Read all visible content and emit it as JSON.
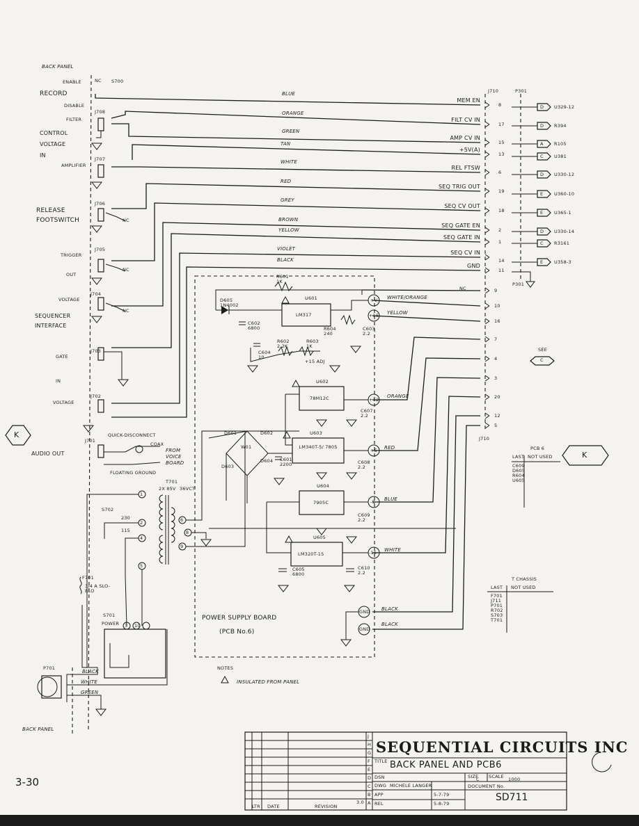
{
  "labels": {
    "back_panel_top": "BACK PANEL",
    "back_panel_bottom": "BACK PANEL",
    "record": "RECORD",
    "enable": "ENABLE",
    "disable": "DISABLE",
    "s_ref": "S700",
    "nc": "NC",
    "filter": "FILTER",
    "amplifier": "AMPLIFIER",
    "control": "CONTROL",
    "voltage": "VOLTAGE",
    "in": "IN",
    "release": "RELEASE",
    "footswitch": "FOOTSWITCH",
    "trigger": "TRIGGER",
    "out": "OUT",
    "sequencer": "SEQUENCER",
    "interface": "INTERFACE",
    "gate": "GATE",
    "audio_out": "AUDIO OUT",
    "quick_disconnect": "QUICK-DISCONNECT",
    "coax": "COAX",
    "from_voice_board": "FROM VOICE BOARD",
    "floating_ground": "FLOATING GROUND",
    "power_supply_board": "POWER SUPPLY BOARD",
    "pcb_no": "(PCB No.6)",
    "notes": "NOTES",
    "note_insulated": "INSULATED FROM PANEL",
    "see": "SEE",
    "k_marker": "K",
    "c_marker": "C",
    "page_number": "3-30"
  },
  "jacks": [
    "J708",
    "J707",
    "J706",
    "J705",
    "J704",
    "J703",
    "J702",
    "J701"
  ],
  "wire_colors": [
    "BLUE",
    "ORANGE",
    "GREEN",
    "TAN",
    "WHITE",
    "RED",
    "GREY",
    "BROWN",
    "YELLOW",
    "VIOLET",
    "BLACK"
  ],
  "signals": [
    {
      "name": "MEM EN",
      "pin": "8",
      "dest": "U329-12",
      "sym": "D"
    },
    {
      "name": "FILT CV IN",
      "pin": "17",
      "dest": "R394",
      "sym": "D"
    },
    {
      "name": "AMP CV IN",
      "pin": "15",
      "dest": "R105",
      "sym": "A"
    },
    {
      "name": "+5V(A)",
      "pin": "13",
      "dest": "U381",
      "sym": "C"
    },
    {
      "name": "REL FTSW",
      "pin": "6",
      "dest": "U330-12",
      "sym": "D"
    },
    {
      "name": "SEQ TRIG OUT",
      "pin": "19",
      "dest": "U360-10",
      "sym": "E"
    },
    {
      "name": "SEQ CV OUT",
      "pin": "18",
      "dest": "U365-1",
      "sym": "E"
    },
    {
      "name": "SEQ GATE EN",
      "pin": "2",
      "dest": "U330-14",
      "sym": "D"
    },
    {
      "name": "SEQ GATE IN",
      "pin": "1",
      "dest": "R3161",
      "sym": "C"
    },
    {
      "name": "SEQ CV IN",
      "pin": "14",
      "dest": "U358-3",
      "sym": "E"
    },
    {
      "name": "GND",
      "pin": "11",
      "dest": "",
      "sym": ""
    }
  ],
  "connectors": {
    "j710": "J710",
    "p301": "P301"
  },
  "lower_pins": [
    "9",
    "10",
    "16",
    "7",
    "4",
    "3",
    "20",
    "12",
    "5"
  ],
  "nc_pin": "NC",
  "psu": {
    "u601": "U601",
    "u601_part": "LM317",
    "u602": "U602",
    "u602_part": "78M12C",
    "u603": "U603",
    "u603_part": "LM340T-5/ 7805",
    "u604": "U604",
    "u604_part": "7905C",
    "u605": "U605",
    "u605_part": "LM320T-15",
    "out_v1": "+V",
    "out_v2": "+15",
    "out_v3": "+12",
    "out_v4": "+5",
    "out_v5": "-5",
    "out_v6": "-15",
    "gnd1": "GND",
    "gnd2": "GND",
    "wire_white_orange": "WHITE/ORANGE",
    "wire_yellow": "YELLOW",
    "wire_orange": "ORANGE",
    "wire_red": "RED",
    "wire_blue": "BLUE",
    "wire_white": "WHITE",
    "wire_black1": "BLACK",
    "wire_black2": "BLACK",
    "adj": "+15 ADJ",
    "r601": "R601 1K",
    "d605": "D605 1N4002",
    "c602": "C602 6800",
    "r604": "R604 240",
    "c603": "C603 2.2",
    "r602": "R602 2.2K",
    "r603": "R603 1K",
    "c604": "C604 10",
    "bridge": "W01",
    "c601": "C601 2200",
    "d601": "D601",
    "d602": "D602",
    "d603": "D603",
    "d604": "D604",
    "c607": "C607 2.2",
    "c608": "C608 2.2",
    "c609": "C609 2.2",
    "c605": "C605 6800",
    "c610": "C610 2.2"
  },
  "transformer": {
    "t701": "T701",
    "spec": "2X 85V",
    "ct": "36VCT",
    "s702": "S702",
    "v230": "230",
    "v115": "115",
    "f701": "F701",
    "fuse_rating": "3/4 A SLO-BLO",
    "s701": "S701",
    "power": "POWER",
    "p701": "P701",
    "black": "BLACK",
    "white": "WHITE",
    "green": "GREEN",
    "pins": [
      "1",
      "2",
      "3",
      "4",
      "5",
      "6",
      "8",
      "9",
      "10"
    ]
  },
  "pcb_table": {
    "title": "PCB 6",
    "col_last": "LAST",
    "col_not_used": "NOT USED",
    "last": [
      "C609",
      "D605",
      "R604",
      "U605"
    ],
    "not_used": []
  },
  "chassis_table": {
    "title": "T CHASSIS",
    "col_last": "LAST",
    "col_not_used": "NOT USED",
    "last": [
      "F701",
      "J711",
      "P701",
      "R702",
      "S703",
      "T701"
    ],
    "not_used": []
  },
  "title_block": {
    "company": "SEQUENTIAL CIRCUITS INC",
    "title": "BACK PANEL AND PCB6",
    "drawn_by": "MICHELE LANGER",
    "size": "C",
    "scale": "1000",
    "date1": "5-7-79",
    "date2": "5-8-79",
    "doc_number": "SD711",
    "revision": "3.0",
    "rev_letters": [
      "J",
      "H",
      "G",
      "F",
      "E",
      "D",
      "C",
      "B",
      "A"
    ],
    "fields": {
      "title": "TITLE",
      "dsn": "DSN",
      "dwg": "DWG",
      "app": "APP",
      "rel": "REL",
      "size": "SIZE",
      "scale": "SCALE",
      "document": "DOCUMENT No.",
      "ltr": "LTR",
      "date": "DATE",
      "revision": "REVISION"
    }
  }
}
